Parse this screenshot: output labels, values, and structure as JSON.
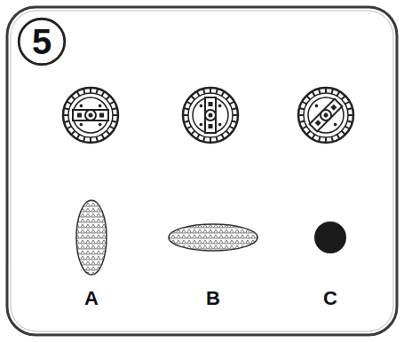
{
  "diagram": {
    "nodes": [
      {
        "text": [
          "5"
        ]
      }
    ],
    "labels": [
      "A",
      "B",
      "C"
    ]
  }
}
